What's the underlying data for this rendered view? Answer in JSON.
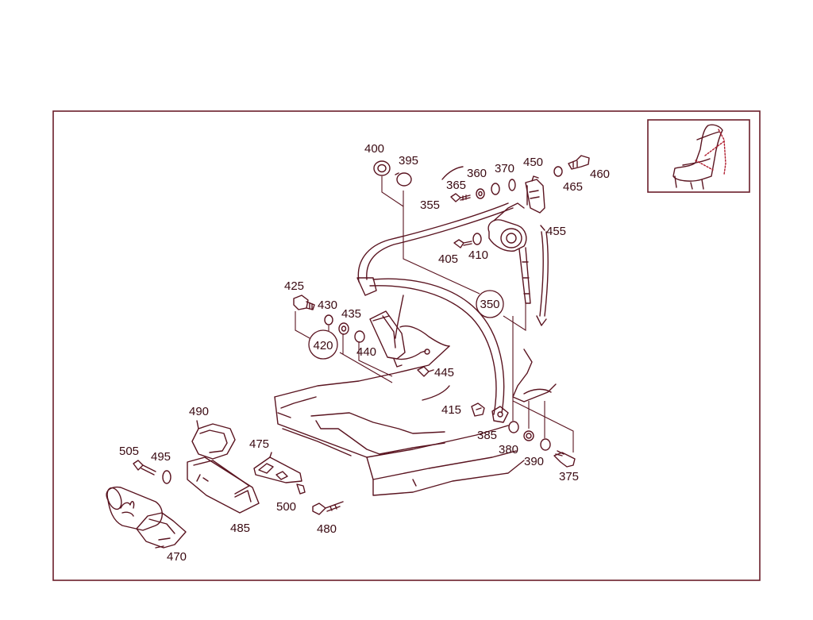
{
  "colors": {
    "line": "#5a1420",
    "frame": "#6b1e2a",
    "label": "#3a0a12",
    "paper": "#ffffff"
  },
  "thumbnail": {
    "icon": "seat-with-belt-icon"
  },
  "parts": [
    {
      "id": "p400",
      "label": "400"
    },
    {
      "id": "p395",
      "label": "395"
    },
    {
      "id": "p360",
      "label": "360"
    },
    {
      "id": "p370",
      "label": "370"
    },
    {
      "id": "p450",
      "label": "450"
    },
    {
      "id": "p460",
      "label": "460"
    },
    {
      "id": "p365",
      "label": "365"
    },
    {
      "id": "p465",
      "label": "465"
    },
    {
      "id": "p355",
      "label": "355"
    },
    {
      "id": "p455",
      "label": "455"
    },
    {
      "id": "p405",
      "label": "405"
    },
    {
      "id": "p410",
      "label": "410"
    },
    {
      "id": "p350",
      "label": "350",
      "circled": true
    },
    {
      "id": "p425",
      "label": "425"
    },
    {
      "id": "p430",
      "label": "430"
    },
    {
      "id": "p435",
      "label": "435"
    },
    {
      "id": "p420",
      "label": "420",
      "circled": true
    },
    {
      "id": "p440",
      "label": "440"
    },
    {
      "id": "p445",
      "label": "445"
    },
    {
      "id": "p490",
      "label": "490"
    },
    {
      "id": "p415",
      "label": "415"
    },
    {
      "id": "p385",
      "label": "385"
    },
    {
      "id": "p380",
      "label": "380"
    },
    {
      "id": "p390",
      "label": "390"
    },
    {
      "id": "p375",
      "label": "375"
    },
    {
      "id": "p475",
      "label": "475"
    },
    {
      "id": "p505",
      "label": "505"
    },
    {
      "id": "p495",
      "label": "495"
    },
    {
      "id": "p500",
      "label": "500"
    },
    {
      "id": "p480",
      "label": "480"
    },
    {
      "id": "p485",
      "label": "485"
    },
    {
      "id": "p470",
      "label": "470"
    }
  ]
}
